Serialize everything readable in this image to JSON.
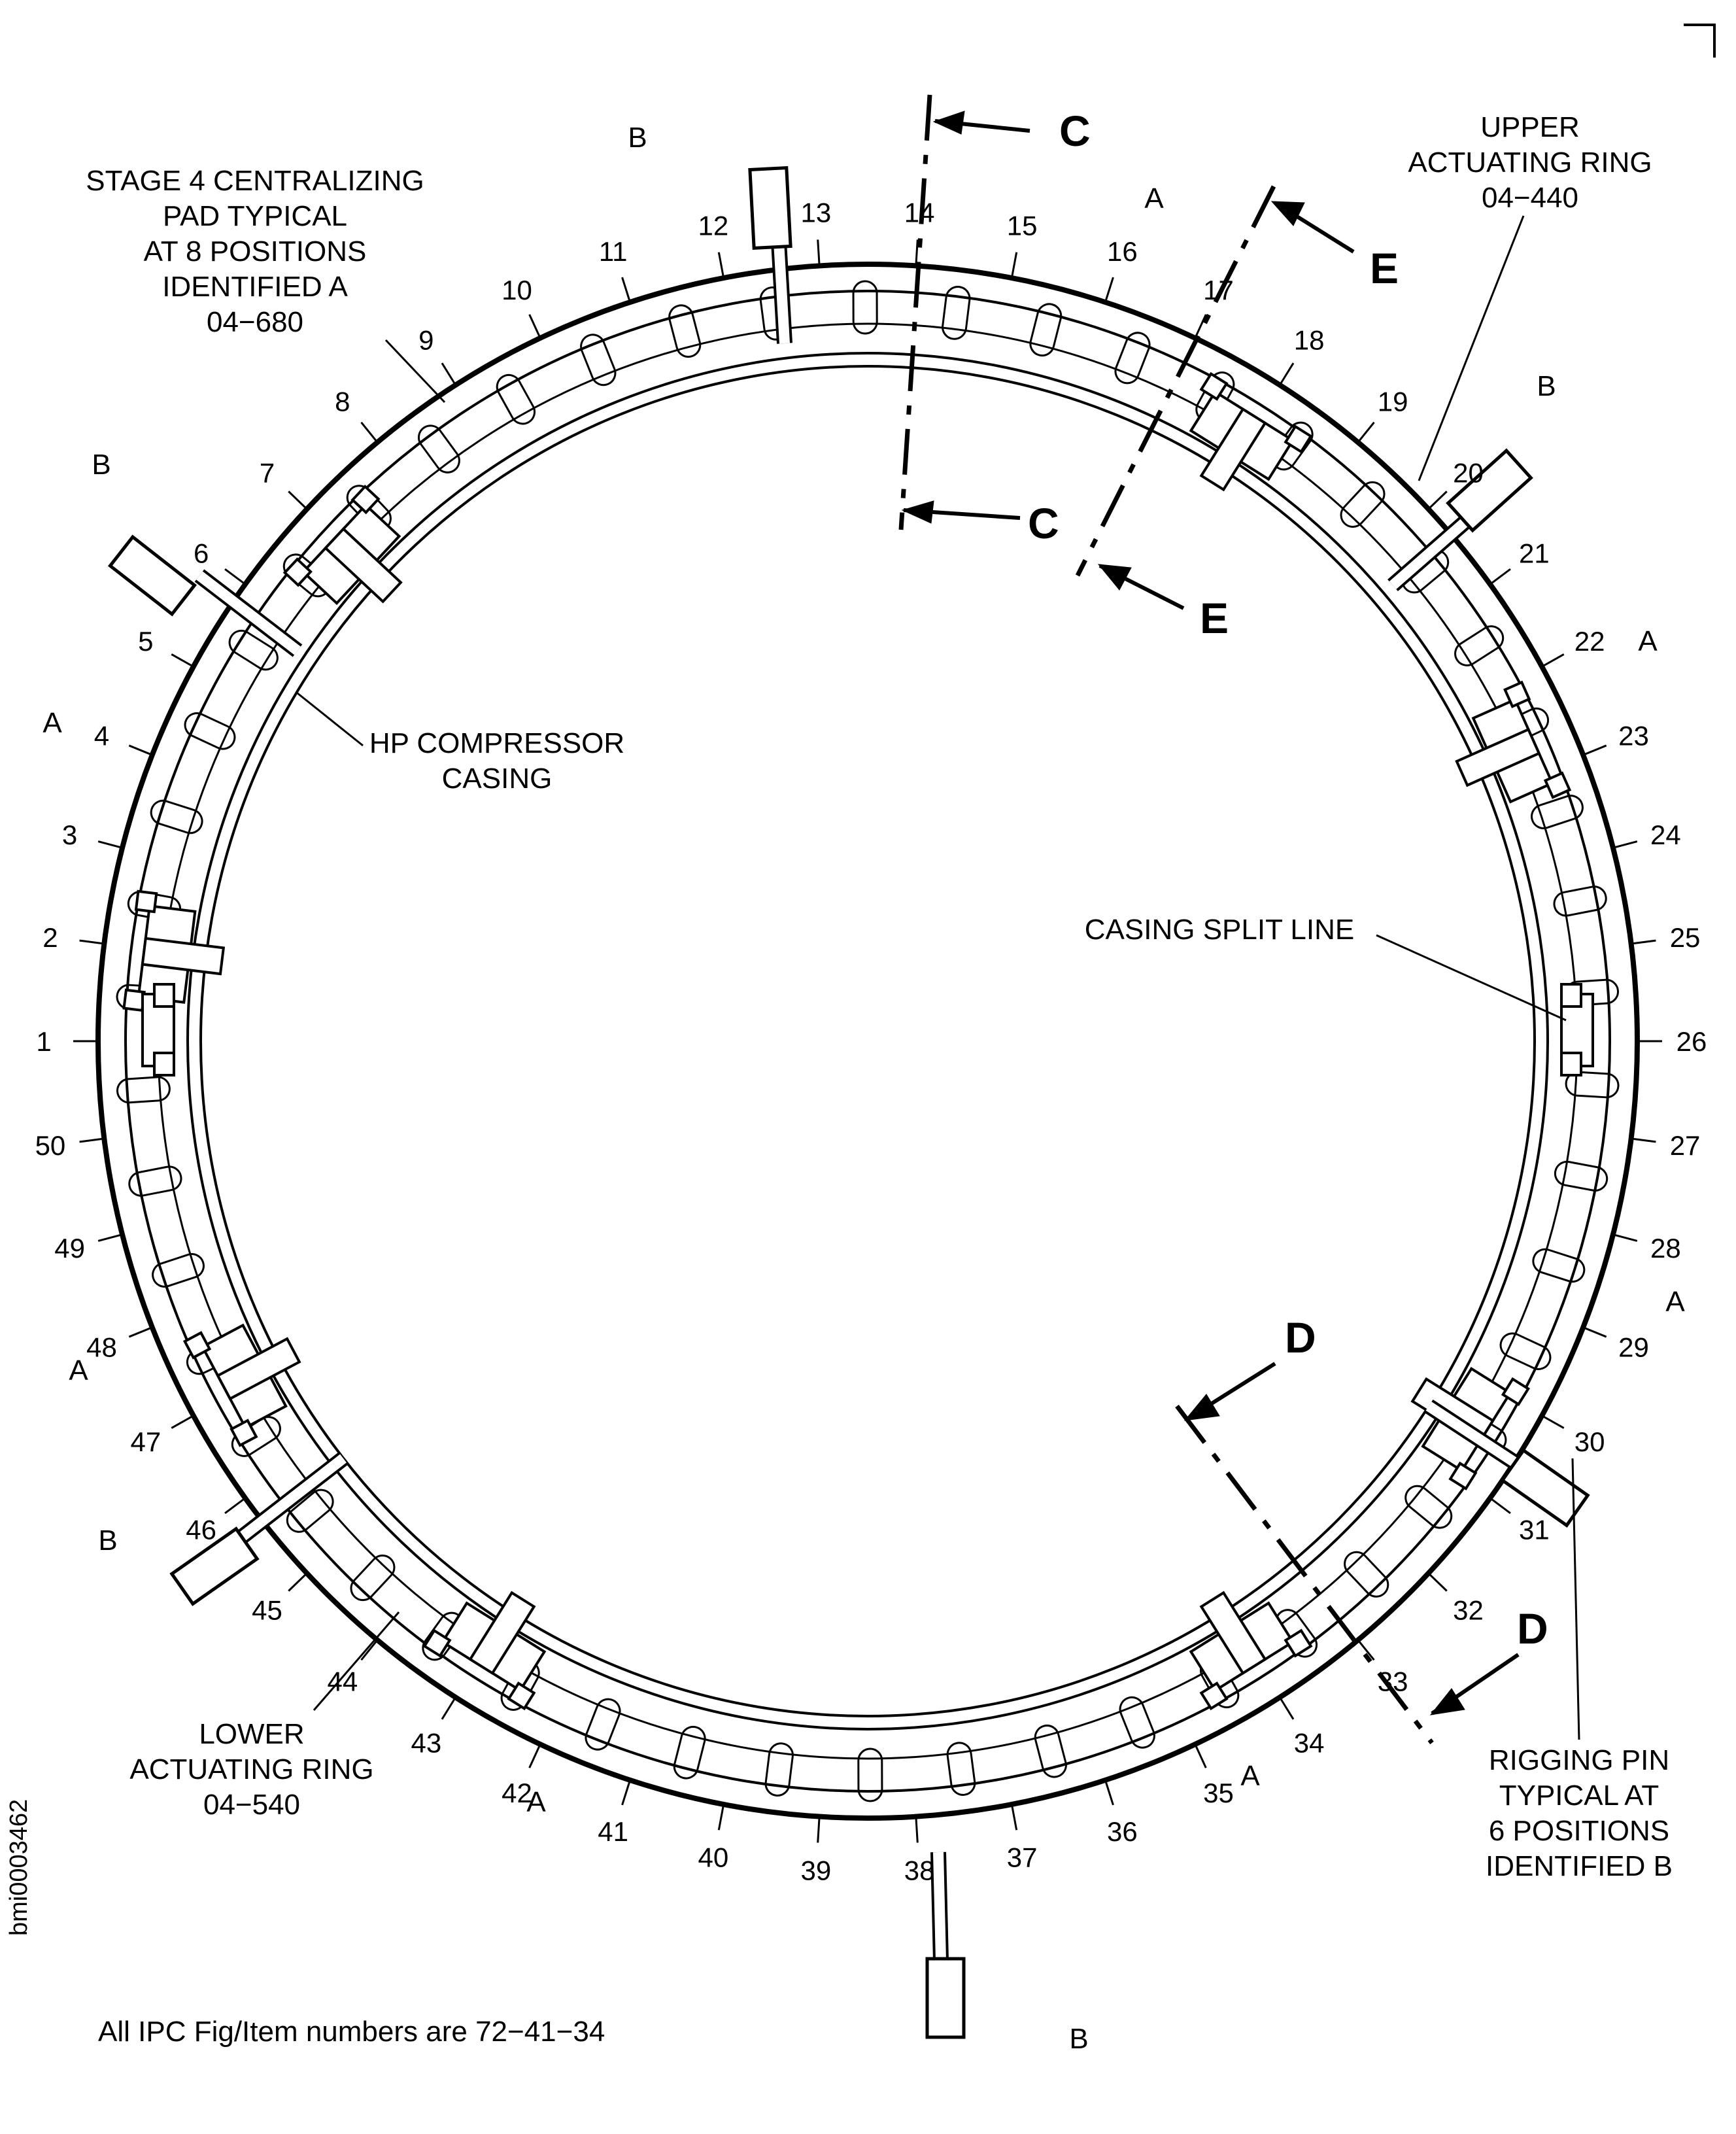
{
  "callouts": {
    "stage4_pad": "STAGE 4 CENTRALIZING\nPAD TYPICAL\nAT 8 POSITIONS\nIDENTIFIED A\n04−680",
    "upper_ring": "UPPER\nACTUATING RING\n04−440",
    "hp_casing": "HP COMPRESSOR\nCASING",
    "split_line": "CASING SPLIT LINE",
    "lower_ring": "LOWER\nACTUATING RING\n04−540",
    "rigging_pin": "RIGGING PIN\nTYPICAL AT\n6 POSITIONS\nIDENTIFIED B"
  },
  "sections": {
    "c_top": "C",
    "c_bottom": "C",
    "e_top": "E",
    "e_bottom": "E",
    "d_top": "D",
    "d_bottom": "D"
  },
  "position_letters": {
    "a": "A",
    "b": "B"
  },
  "item_numbers": [
    "1",
    "2",
    "3",
    "4",
    "5",
    "6",
    "7",
    "8",
    "9",
    "10",
    "11",
    "12",
    "13",
    "14",
    "15",
    "16",
    "17",
    "18",
    "19",
    "20",
    "21",
    "22",
    "23",
    "24",
    "25",
    "26",
    "27",
    "28",
    "29",
    "30",
    "31",
    "32",
    "33",
    "34",
    "35",
    "36",
    "37",
    "38",
    "39",
    "40",
    "41",
    "42",
    "43",
    "44",
    "45",
    "46",
    "47",
    "48",
    "49",
    "50"
  ],
  "figure_id": "bmi0003462",
  "footnote": "All IPC Fig/Item numbers are 72−41−34"
}
